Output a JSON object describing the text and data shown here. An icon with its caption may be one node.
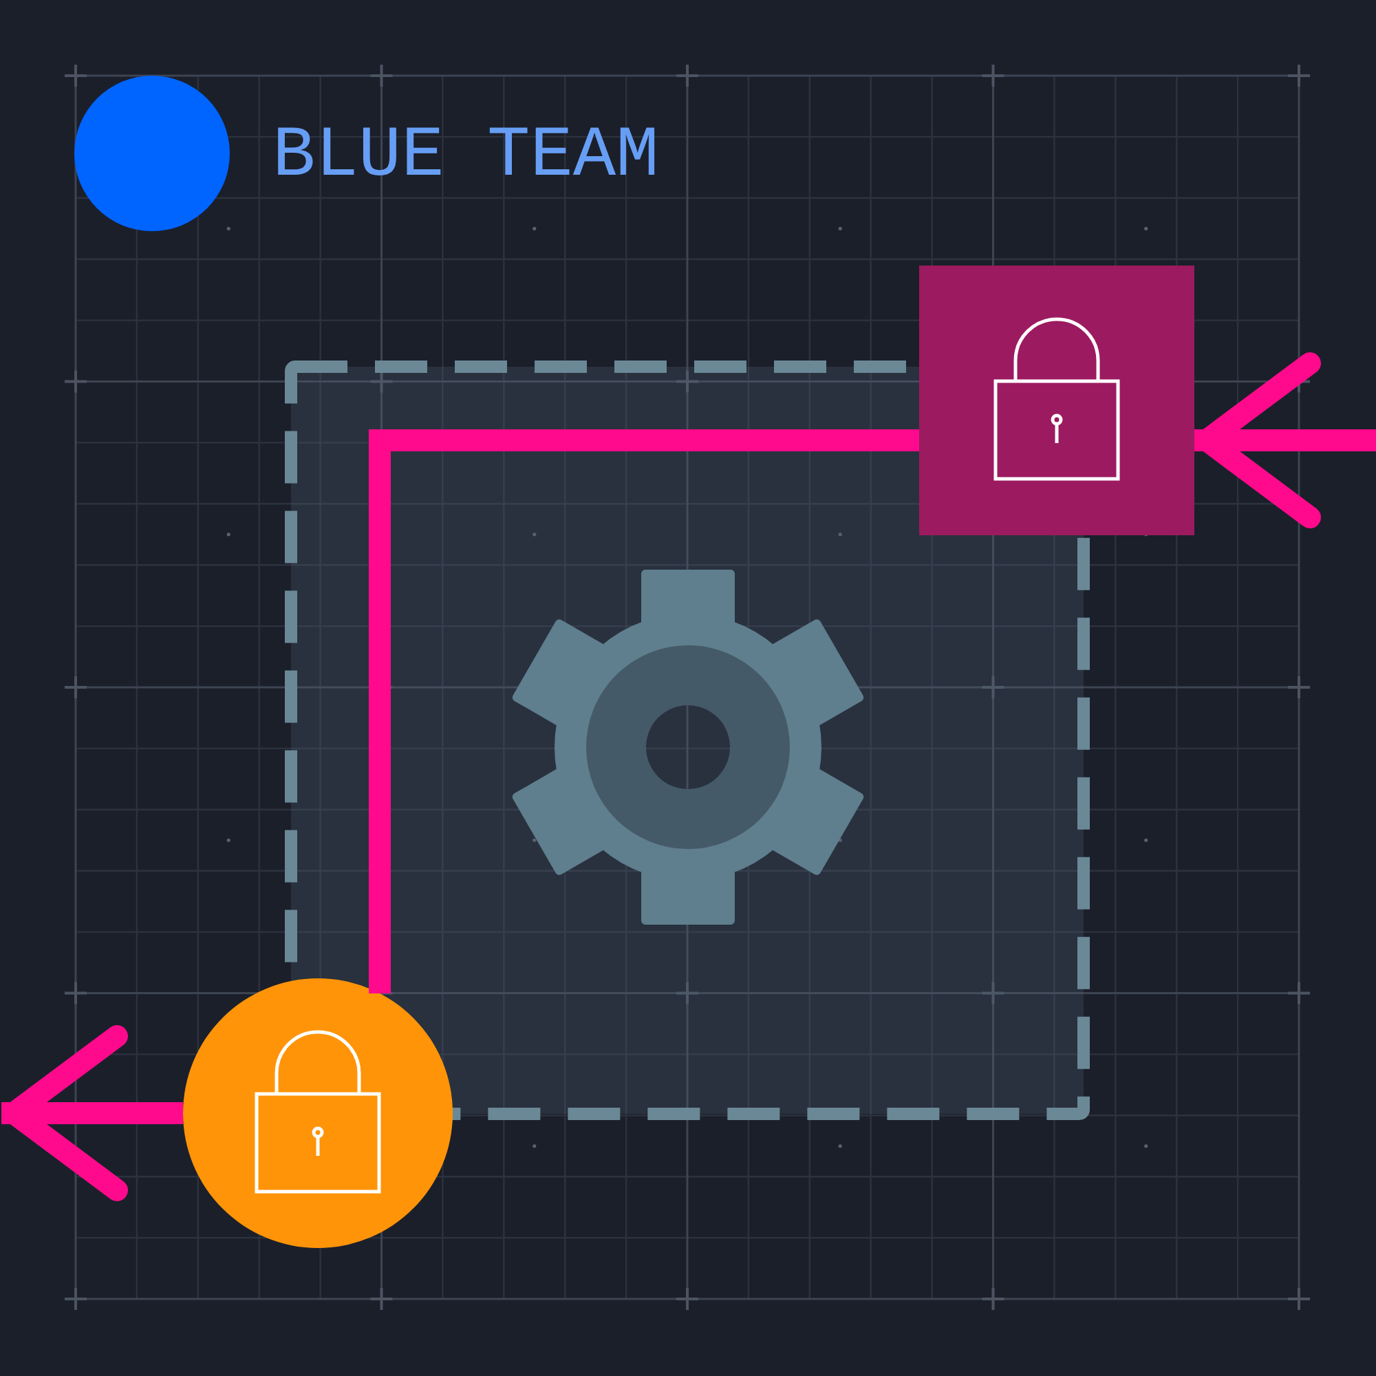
{
  "diagram": {
    "title": "BLUE TEAM",
    "nodes": [
      {
        "text": [],
        "shape": "box"
      },
      {
        "text": [],
        "shape": "gear",
        "in": 0
      },
      {
        "text": [],
        "shape": "box"
      },
      {
        "text": [],
        "shape": "circle"
      }
    ],
    "edges": [
      {
        "from": null,
        "to": 2,
        "arrow": "to"
      },
      {
        "from": 2,
        "to": 3,
        "arrow": "none"
      },
      {
        "from": 3,
        "to": null,
        "arrow": "to"
      }
    ]
  }
}
